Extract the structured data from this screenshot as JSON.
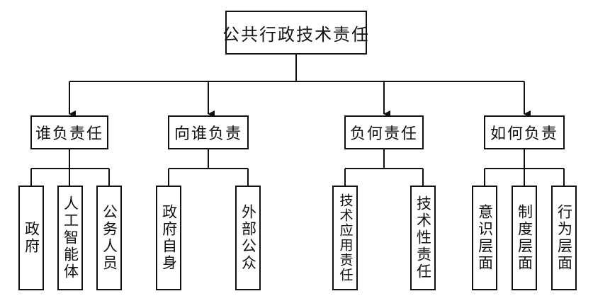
{
  "root": {
    "label": "公共行政技术责任"
  },
  "branches": [
    {
      "label": "谁负责任",
      "children": [
        "政府",
        "人工智能体",
        "公务人员"
      ]
    },
    {
      "label": "向谁负责",
      "children": [
        "政府自身",
        "外部公众"
      ]
    },
    {
      "label": "负何责任",
      "children": [
        "技术应用责任",
        "技术性责任"
      ]
    },
    {
      "label": "如何负责",
      "children": [
        "意识层面",
        "制度层面",
        "行为层面"
      ]
    }
  ],
  "colors": {
    "line": "#111111",
    "box_border": "#111111",
    "background": "#ffffff"
  }
}
